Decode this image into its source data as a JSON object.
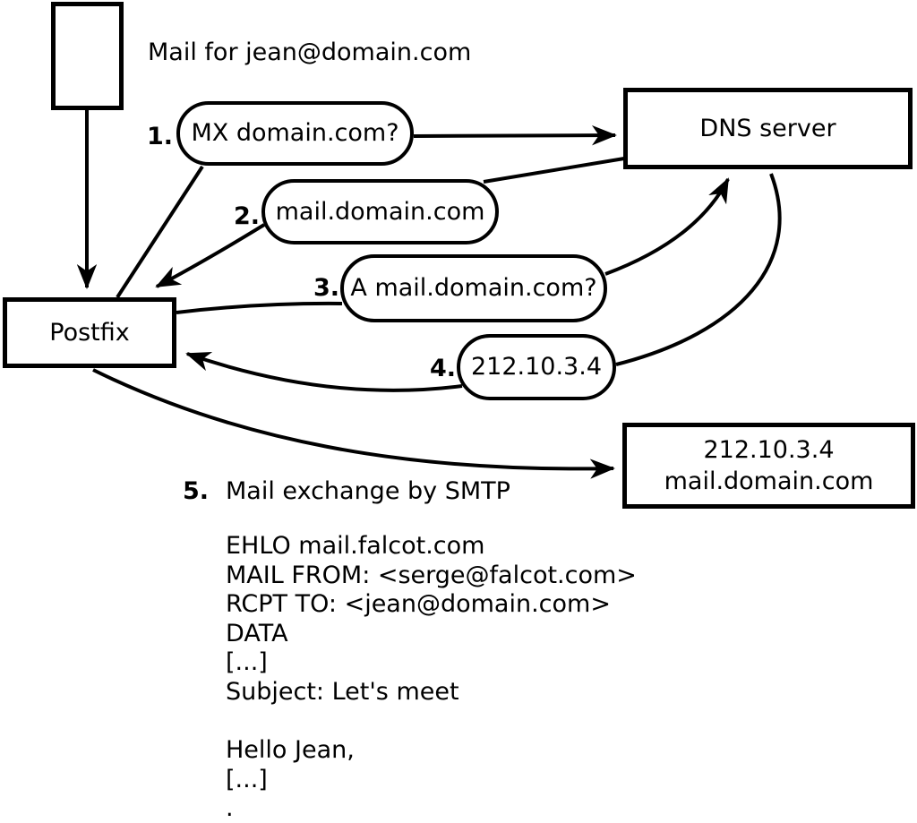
{
  "title": "Mail for jean@domain.com",
  "nodes": {
    "postfix": "Postfix",
    "dns_server": "DNS server",
    "mail_server": {
      "line1": "212.10.3.4",
      "line2": "mail.domain.com"
    }
  },
  "steps": [
    {
      "num": "1.",
      "label": "MX domain.com?"
    },
    {
      "num": "2.",
      "label": "mail.domain.com"
    },
    {
      "num": "3.",
      "label": "A mail.domain.com?"
    },
    {
      "num": "4.",
      "label": "212.10.3.4"
    },
    {
      "num": "5.",
      "label": "Mail exchange by SMTP"
    }
  ],
  "smtp_session": "EHLO mail.falcot.com\nMAIL FROM: <serge@falcot.com>\nRCPT TO: <jean@domain.com>\nDATA\n[...]\nSubject: Let's meet\n\nHello Jean,\n[...]\n.",
  "colors": {
    "stroke": "#000000",
    "background": "#ffffff"
  }
}
